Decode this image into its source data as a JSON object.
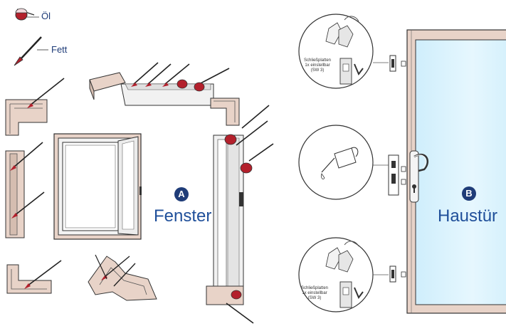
{
  "legend": {
    "oil_label": "Öl",
    "grease_label": "Fett"
  },
  "window": {
    "badge": "A",
    "label": "Fenster"
  },
  "door": {
    "badge": "B",
    "label": "Haustür"
  },
  "strike_plate_note": {
    "line1": "Schließplatten",
    "line2": "1x einstellbar",
    "line3": "(SW 3)"
  },
  "colors": {
    "frame_fill": "#e8d3c8",
    "frame_stroke": "#333333",
    "oil_red": "#b3202c",
    "brand_blue": "#1f3c78",
    "glass": "#d9f0fb"
  }
}
